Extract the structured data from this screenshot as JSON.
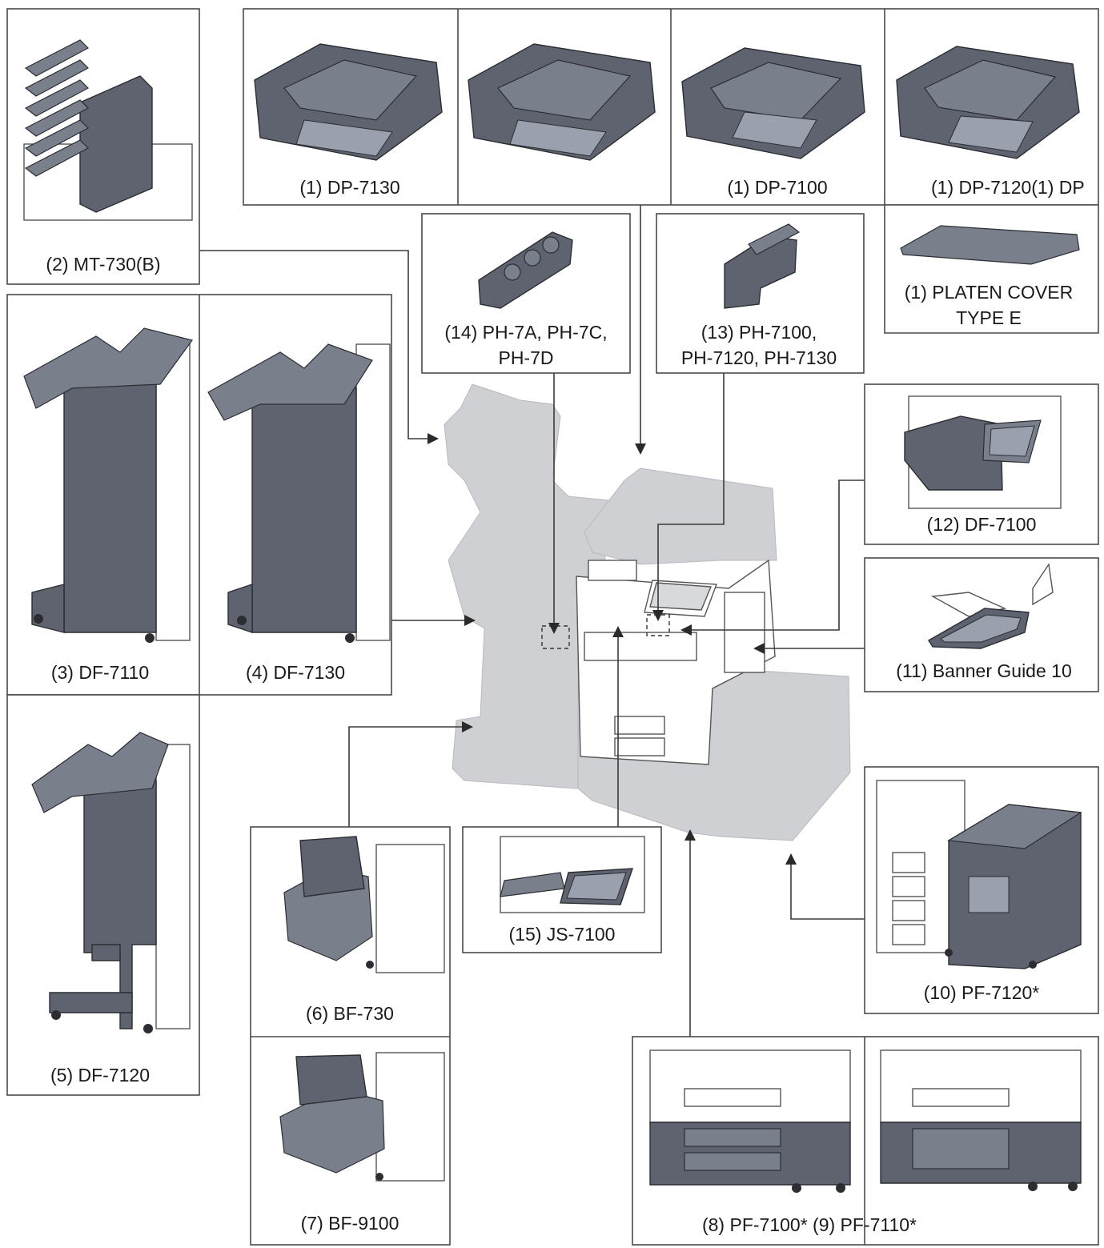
{
  "labels": {
    "dp7130": "(1) DP-7130",
    "dp7100": "(1) DP-7100",
    "dp7120": "(1) DP-7120(1) DP",
    "platen1": "(1) PLATEN COVER",
    "platen2": "TYPE E",
    "mt730": "(2) MT-730(B)",
    "df7110": "(3) DF-7110",
    "df7130": "(4) DF-7130",
    "df7120": "(5) DF-7120",
    "bf730": "(6) BF-730",
    "bf9100": "(7) BF-9100",
    "pf7100": "(8) PF-7100* (9) PF-7110*",
    "pf7120": "(10) PF-7120*",
    "banner": "(11) Banner Guide 10",
    "df7100": "(12) DF-7100",
    "ph7100a": "(13) PH-7100,",
    "ph7100b": "PH-7120, PH-7130",
    "ph7a1": "(14) PH-7A, PH-7C,",
    "ph7a2": "PH-7D",
    "js7100": "(15) JS-7100"
  },
  "icons": [
    "document-processor-icon",
    "platen-cover-icon",
    "mailbox-tray-icon",
    "finisher-icon",
    "booklet-folder-icon",
    "paper-feeder-icon",
    "large-capacity-feeder-icon",
    "banner-guide-icon",
    "inner-finisher-icon",
    "punch-unit-icon",
    "job-separator-icon",
    "printer-body-icon"
  ]
}
